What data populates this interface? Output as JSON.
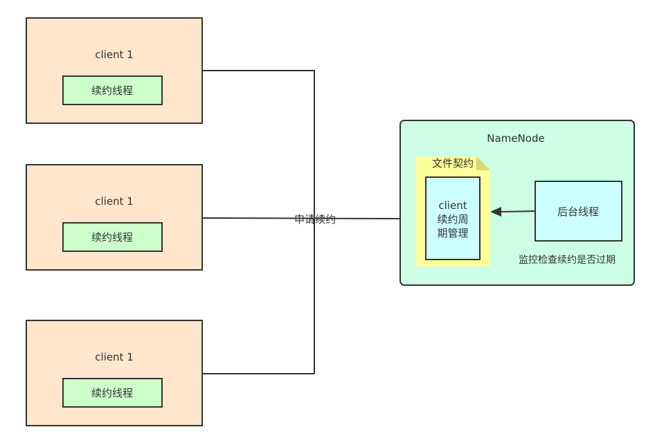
{
  "clients": [
    {
      "title": "client 1",
      "thread_label": "续约线程"
    },
    {
      "title": "client 1",
      "thread_label": "续约线程"
    },
    {
      "title": "client 1",
      "thread_label": "续约线程"
    }
  ],
  "connector": {
    "label": "申请续约"
  },
  "namenode": {
    "title": "NameNode",
    "lease_note": "文件契约",
    "lease_manager_lines": [
      "client",
      "续约周",
      "期管理"
    ],
    "background_thread": "后台线程",
    "caption": "监控检查续约是否过期"
  },
  "colors": {
    "client_fill": "#ffe6cc",
    "thread_fill": "#ccffcc",
    "namenode_fill": "#ccffe6",
    "note_fill": "#ffff99",
    "note_fold": "#d9d96e",
    "manager_fill": "#ccffff",
    "stroke": "#333333"
  }
}
